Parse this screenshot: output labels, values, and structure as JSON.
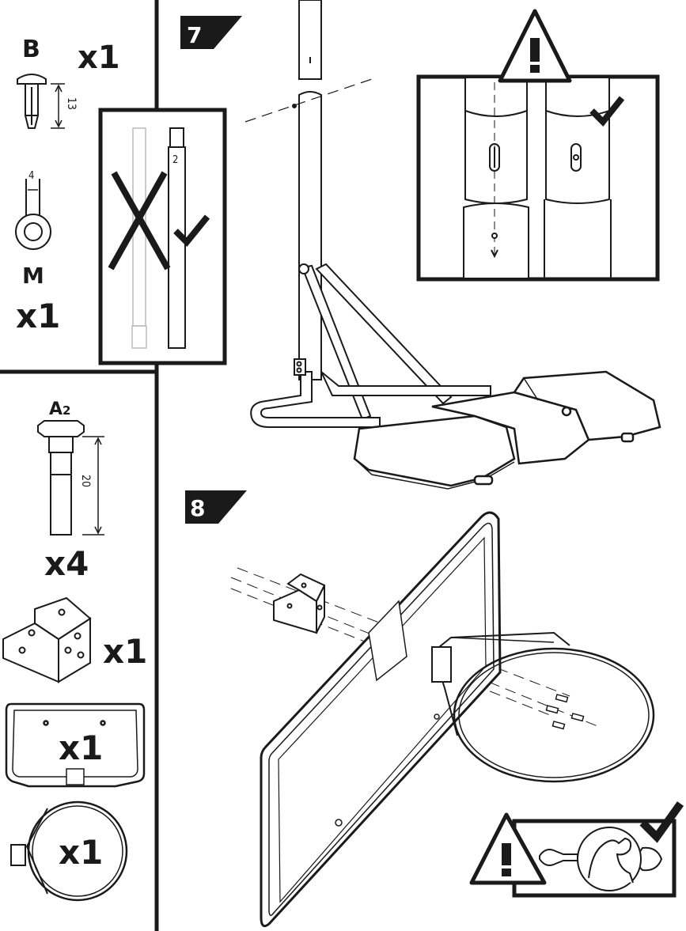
{
  "parts": {
    "screw_b": {
      "letter": "B",
      "qty": "x1",
      "length": "13"
    },
    "washer_m": {
      "letter": "M",
      "qty": "x1",
      "thickness": "4"
    },
    "bolt_a2": {
      "letter": "A",
      "sub": "2",
      "qty": "x4",
      "length": "20"
    },
    "bracket": {
      "qty": "x1"
    },
    "backboard": {
      "qty": "x1"
    },
    "rim": {
      "qty": "x1"
    }
  },
  "orientation_check": {
    "tube_number": "2"
  },
  "steps": {
    "step7": {
      "number": "7"
    },
    "step8": {
      "number": "8"
    }
  },
  "icons": [
    "warning-icon",
    "checkmark-icon",
    "cross-icon",
    "wrench-icon",
    "strong-arm-icon"
  ]
}
